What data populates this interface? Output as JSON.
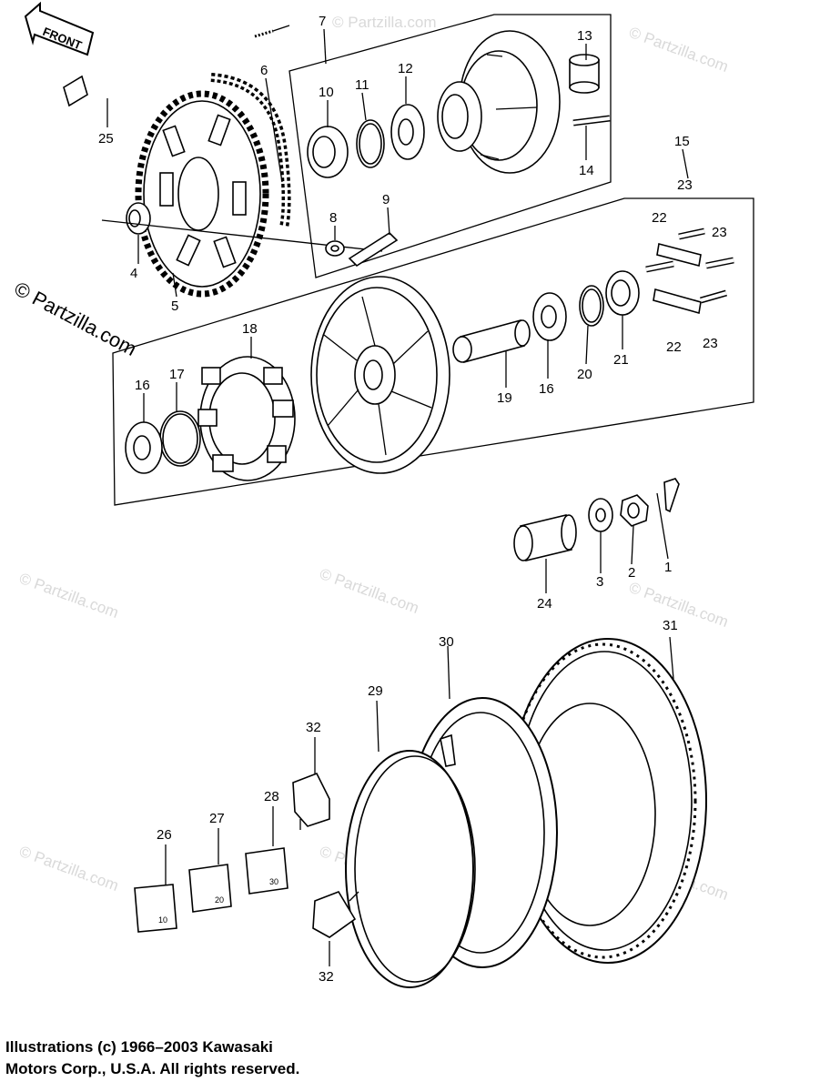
{
  "front_arrow": {
    "label": "FRONT"
  },
  "watermark": {
    "main": "© Partzilla.com",
    "faint": "© Partzilla.com"
  },
  "callouts": {
    "c1": "1",
    "c2": "2",
    "c3": "3",
    "c4": "4",
    "c5": "5",
    "c6": "6",
    "c7": "7",
    "c8": "8",
    "c9": "9",
    "c10": "10",
    "c11": "11",
    "c12": "12",
    "c13": "13",
    "c14": "14",
    "c15": "15",
    "c16a": "16",
    "c16b": "16",
    "c17": "17",
    "c18": "18",
    "c19": "19",
    "c20": "20",
    "c21": "21",
    "c22a": "22",
    "c22b": "22",
    "c23a": "23",
    "c23b": "23",
    "c23c": "23",
    "c24": "24",
    "c25": "25",
    "c26": "26",
    "c27": "27",
    "c28": "28",
    "c29": "29",
    "c30": "30",
    "c31": "31",
    "c32a": "32",
    "c32b": "32"
  },
  "weights": {
    "w10": "10",
    "w20": "20",
    "w30": "30"
  },
  "copyright": {
    "line1": "Illustrations (c) 1966–2003 Kawasaki",
    "line2": "Motors Corp., U.S.A.  All rights reserved."
  }
}
